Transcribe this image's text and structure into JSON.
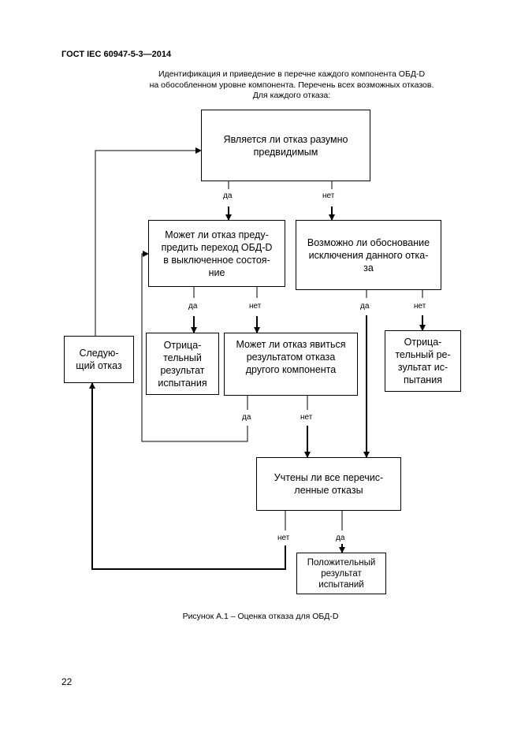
{
  "header": {
    "doc_id": "ГОСТ IEC 60947-5-3—2014"
  },
  "intro": {
    "line1": "Идентификация и приведение в перечне каждого компонента ОБД-D",
    "line2": "на обособленном уровне компонента. Перечень всех возможных отказов.",
    "line3": "Для каждого отказа:"
  },
  "flowchart": {
    "foreseeable": "Является ли отказ разумно\nпредвидимым",
    "prevent_transition": "Может ли отказ преду-\nпредить переход ОБД-D\nв выключенное состоя-\nние",
    "justify_exclusion": "Возможно ли обоснование\nисключения данного отка-\nза",
    "negative_result_1": "Отрица-\nтельный\nрезультат\nиспытания",
    "result_of_other": "Может ли отказ явиться\nрезультатом отказа\nдругого компонента",
    "negative_result_2": "Отрица-\nтельный ре-\nзультат ис-\nпытания",
    "next_failure": "Следую-\nщий отказ",
    "all_listed": "Учтены ли все перечис-\nленные отказы",
    "positive_result": "Положительный\nрезультат\nиспытаний",
    "labels": {
      "yes_1": "да",
      "no_1": "нет",
      "yes_2": "да",
      "no_2": "нет",
      "yes_3": "да",
      "no_3": "нет",
      "yes_4": "да",
      "no_4": "нет",
      "no_5": "нет",
      "yes_5": "да"
    }
  },
  "caption": "Рисунок А.1 – Оценка отказа для ОБД-D",
  "page_number": "22"
}
